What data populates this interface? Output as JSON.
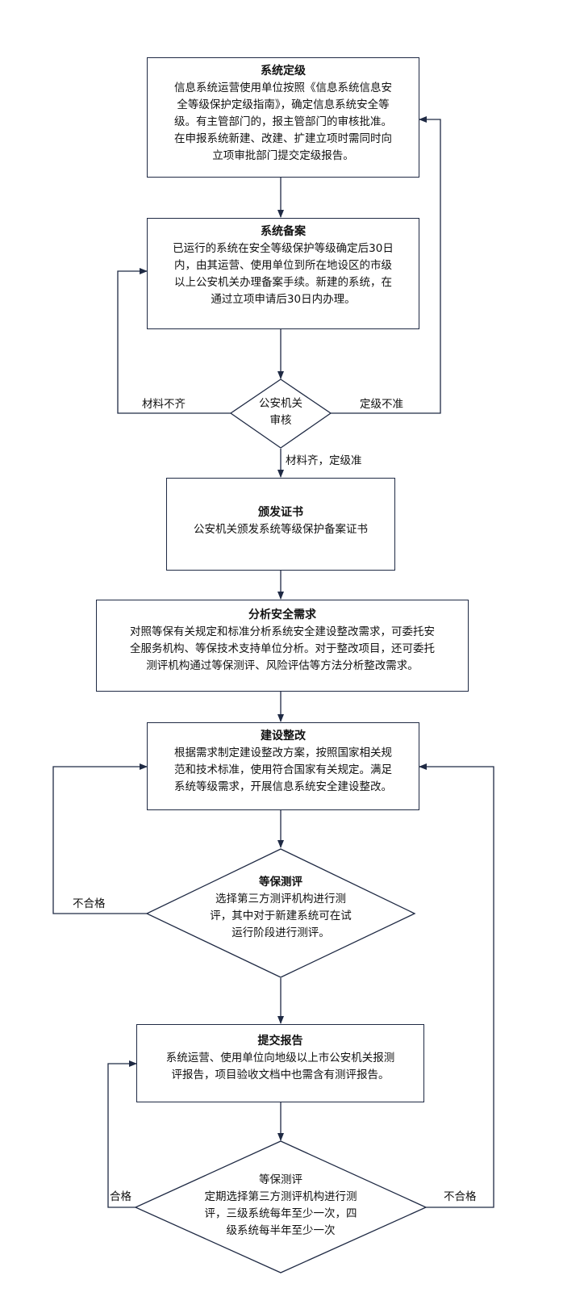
{
  "boxes": {
    "grading": {
      "title": "系统定级",
      "lines": [
        "信息系统运营使用单位按照《信息系统信息安",
        "全等级保护定级指南》，确定信息系统安全等",
        "级。有主管部门的，报主管部门的审核批准。",
        "在申报系统新建、改建、扩建立项时需同时向",
        "立项审批部门提交定级报告。"
      ]
    },
    "filing": {
      "title": "系统备案",
      "lines": [
        "已运行的系统在安全等级保护等级确定后30日",
        "内，由其运营、使用单位到所在地设区的市级",
        "以上公安机关办理备案手续。新建的系统，在",
        "通过立项申请后30日内办理。"
      ]
    },
    "certificate": {
      "title": "颁发证书",
      "lines": [
        "公安机关颁发系统等级保护备案证书"
      ]
    },
    "analysis": {
      "title": "分析安全需求",
      "lines": [
        "对照等保有关规定和标准分析系统安全建设整改需求，可委托安",
        "全服务机构、等保技术支持单位分析。对于整改项目，还可委托",
        "测评机构通过等保测评、风险评估等方法分析整改需求。"
      ]
    },
    "rectify": {
      "title": "建设整改",
      "lines": [
        "根据需求制定建设整改方案，按照国家相关规",
        "范和技术标准，使用符合国家有关规定。满足",
        "系统等级需求，开展信息系统安全建设整改。"
      ]
    },
    "report": {
      "title": "提交报告",
      "lines": [
        "系统运营、使用单位向地级以上市公安机关报测",
        "评报告，项目验收文档中也需含有测评报告。"
      ]
    }
  },
  "diamonds": {
    "police_review": {
      "lines": [
        "公安机关",
        "审核"
      ]
    },
    "assessment": {
      "title": "等保测评",
      "lines": [
        "选择第三方测评机构进行测",
        "评，其中对于新建系统可在试",
        "运行阶段进行测评。"
      ]
    },
    "periodic": {
      "title": "等保测评",
      "lines": [
        "定期选择第三方测评机构进行测",
        "评，三级系统每年至少一次，四",
        "级系统每半年至少一次"
      ]
    }
  },
  "labels": {
    "materials_incomplete": "材料不齐",
    "grading_rejected": "定级不准",
    "materials_ok": "材料齐，定级准",
    "fail_left": "不合格",
    "pass": "合格",
    "fail_right": "不合格"
  },
  "colors": {
    "line": "#1f2a44"
  }
}
